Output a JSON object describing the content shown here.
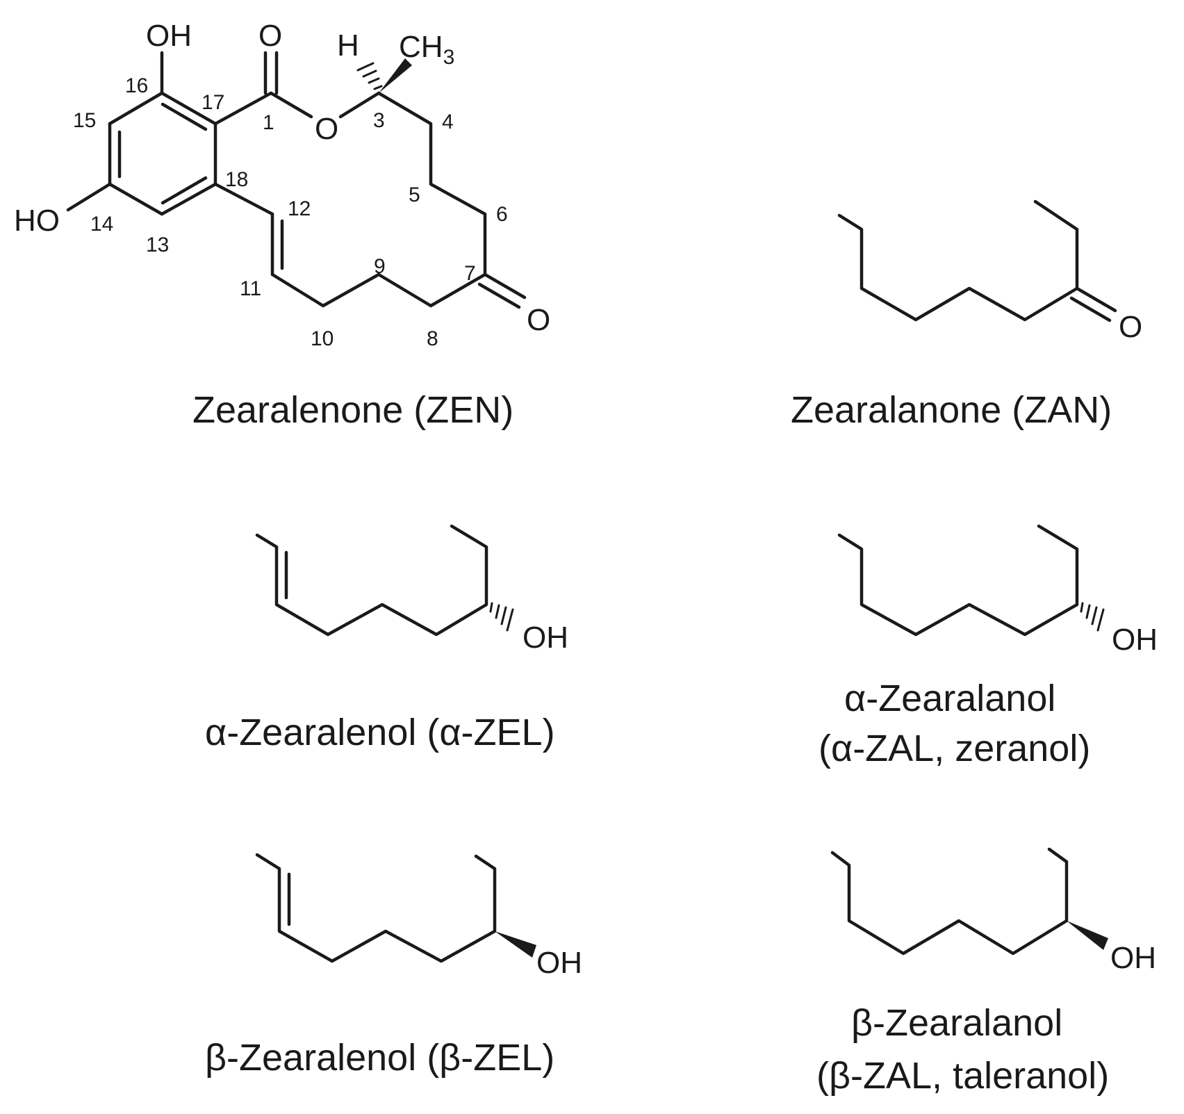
{
  "zen": {
    "caption": "Zearalenone (ZEN)",
    "atoms": {
      "oh_top": "OH",
      "carbonyl_o": "O",
      "h": "H",
      "ch": "CH",
      "ch_sub": "3",
      "ring_o": "O",
      "ho_left": "HO",
      "ketone_o": "O"
    },
    "numbers": [
      "1",
      "3",
      "4",
      "5",
      "6",
      "7",
      "8",
      "9",
      "10",
      "11",
      "12",
      "13",
      "14",
      "15",
      "16",
      "17",
      "18"
    ]
  },
  "zan": {
    "caption": "Zearalanone (ZAN)",
    "ketone_o": "O"
  },
  "a_zel": {
    "caption": "α-Zearalenol (α-ZEL)",
    "oh": "OH"
  },
  "a_zal": {
    "caption_line1": "α-Zearalanol",
    "caption_line2": "(α-ZAL, zeranol)",
    "oh": "OH"
  },
  "b_zel": {
    "caption": "β-Zearalenol (β-ZEL)",
    "oh": "OH"
  },
  "b_zal": {
    "caption_line1": "β-Zearalanol",
    "caption_line2": "(β-ZAL, taleranol)",
    "oh": "OH"
  }
}
